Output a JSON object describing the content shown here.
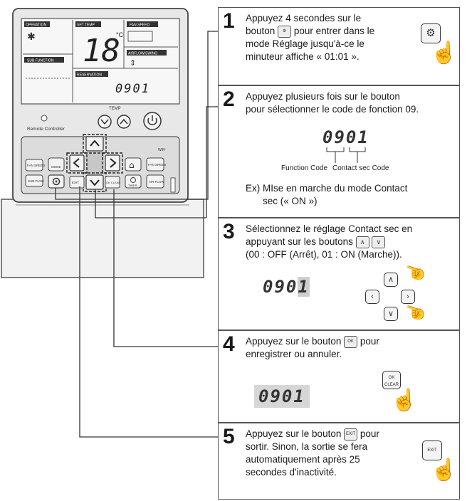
{
  "remote": {
    "lcd_labels": {
      "operation": "OPERATION",
      "set_temp": "SET TEMP",
      "fan_speed": "FAN SPEED",
      "sub_function": "SUB FUNCTION",
      "airflow_swing": "AIRFLOW/SWING",
      "reservation": "RESERVATION"
    },
    "lcd_temp_digits": "18",
    "lcd_temp_unit": "°C",
    "lcd_code": "0901",
    "remote_controller_label": "Remote Controller",
    "temp_label": "TEMP",
    "wifi_label": "WiFi",
    "buttons": {
      "fan_speed": "FAN SPEED",
      "sub_func": "SUB FUNC",
      "mode": "MODE",
      "exit": "EXIT",
      "ok_clear": "OK CLEAR",
      "timer": "TIMER",
      "fan_speed_right": "FAN SPEED",
      "air_flow": "AIR FLOW"
    }
  },
  "steps": [
    {
      "number": "1",
      "lines": [
        "Appuyez 4 secondes sur le",
        "bouton",
        "pour entrer dans le",
        "mode Réglage jusqu'à-ce le",
        "minuteur affiche « 01:01 »."
      ]
    },
    {
      "number": "2",
      "lines": [
        "Appuyez plusieurs fois sur le bouton",
        "pour sélectionner le code de fonction 09."
      ],
      "display": "0901",
      "function_code_label": "Function Code",
      "contact_code_label": "Contact sec Code",
      "example_line1": "Ex) MIse en marche du mode Contact",
      "example_line2": "sec (« ON »)"
    },
    {
      "number": "3",
      "lines": [
        "Sélectionnez le réglage Contact sec en",
        "appuyant sur les boutons",
        "(00 : OFF (Arrêt), 01 : ON (Marche))."
      ],
      "display_prefix": "090",
      "display_blink": "1"
    },
    {
      "number": "4",
      "lines": [
        "Appuyez sur le bouton",
        "pour",
        "enregistrer ou annuler."
      ],
      "display": "0901",
      "button_label": "OK CLEAR"
    },
    {
      "number": "5",
      "lines": [
        "Appuyez sur le bouton",
        "pour",
        "sortir. Sinon, la sortie se fera",
        "automatiquement après 25",
        "secondes d'inactivité."
      ],
      "button_label": "EXIT"
    }
  ],
  "colors": {
    "line": "#333333",
    "panel": "#e6e6e6",
    "lcd_bg": "#f7f7f7"
  }
}
